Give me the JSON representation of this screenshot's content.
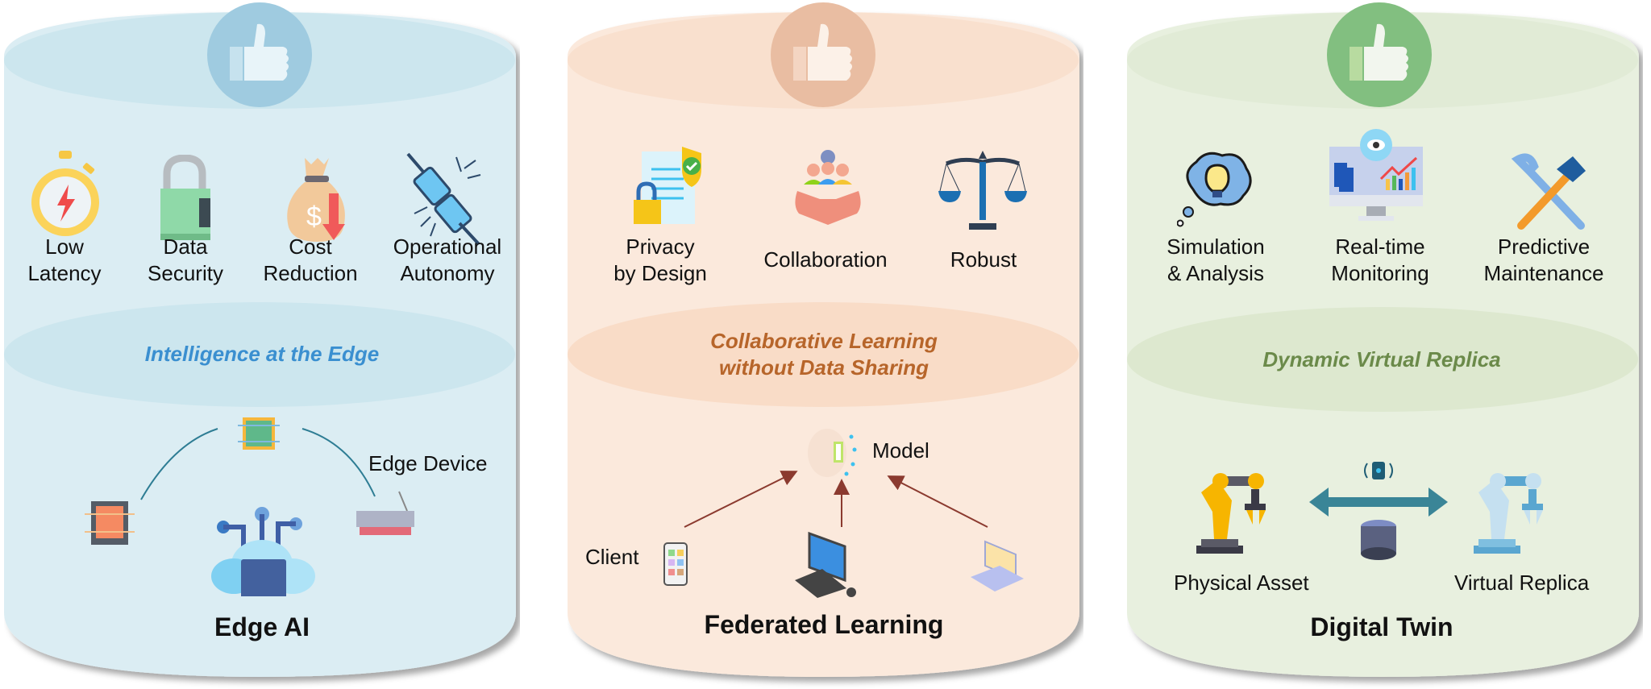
{
  "panels": [
    {
      "id": "edge-ai",
      "title": "Edge AI",
      "subtitle": "Intelligence at the Edge",
      "colors": {
        "body": "#dbedf3",
        "cap": "#cce6ee",
        "accent": "#9fcbe0",
        "subtitle": "#3a8fd0"
      },
      "thumb_icon": "thumbs-up-icon",
      "benefits": [
        {
          "icon": "stopwatch-icon",
          "line1": "Low",
          "line2": "Latency"
        },
        {
          "icon": "padlock-icon",
          "line1": "Data",
          "line2": "Security"
        },
        {
          "icon": "money-bag-down-icon",
          "line1": "Cost",
          "line2": "Reduction"
        },
        {
          "icon": "plug-connector-icon",
          "line1": "Operational",
          "line2": "Autonomy"
        }
      ],
      "diagram": {
        "label_edge_device": "Edge Device"
      }
    },
    {
      "id": "federated-learning",
      "title": "Federated Learning",
      "subtitle_line1": "Collaborative Learning",
      "subtitle_line2": "without Data Sharing",
      "colors": {
        "body": "#fbe9dc",
        "cap": "#f9e0ce",
        "accent": "#e9bda2",
        "subtitle": "#b7652a"
      },
      "thumb_icon": "thumbs-up-icon",
      "benefits": [
        {
          "icon": "privacy-document-icon",
          "line1": "Privacy",
          "line2": "by Design"
        },
        {
          "icon": "handshake-team-icon",
          "line1": "Collaboration",
          "line2": ""
        },
        {
          "icon": "scales-icon",
          "line1": "Robust",
          "line2": ""
        }
      ],
      "diagram": {
        "label_model": "Model",
        "label_client": "Client",
        "arrow_color": "#8b3a2f"
      }
    },
    {
      "id": "digital-twin",
      "title": "Digital Twin",
      "subtitle": "Dynamic Virtual Replica",
      "colors": {
        "body": "#e8f0df",
        "cap": "#e1ebd6",
        "accent": "#82bf80",
        "subtitle": "#6b8a4a"
      },
      "thumb_icon": "thumbs-up-icon",
      "benefits": [
        {
          "icon": "idea-cloud-icon",
          "line1": "Simulation",
          "line2": "& Analysis"
        },
        {
          "icon": "monitor-analytics-icon",
          "line1": "Real-time",
          "line2": "Monitoring"
        },
        {
          "icon": "wrench-hammer-icon",
          "line1": "Predictive",
          "line2": "Maintenance"
        }
      ],
      "diagram": {
        "label_physical": "Physical Asset",
        "label_virtual": "Virtual Replica",
        "arrow_color": "#3a8597"
      }
    }
  ]
}
